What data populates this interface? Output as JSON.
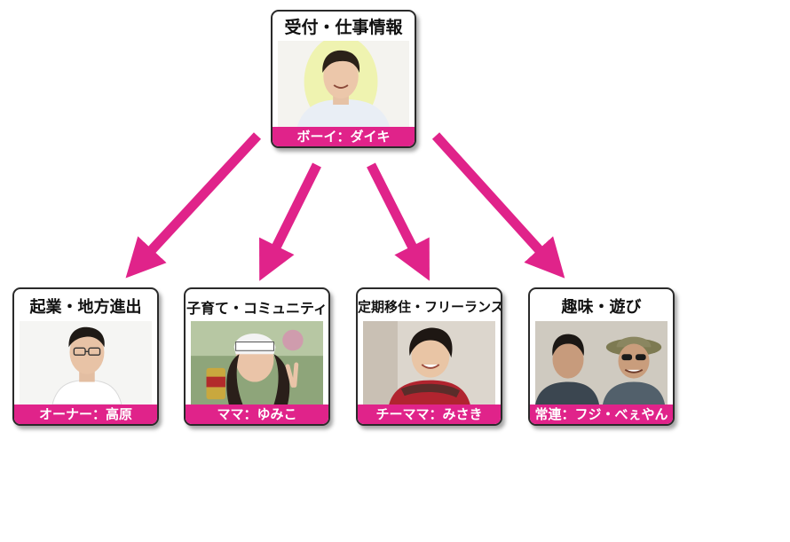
{
  "colors": {
    "accent": "#e0238a",
    "border": "#2a2a2a"
  },
  "top": {
    "title": "受付・仕事情報",
    "caption": "ボーイ：ダイキ"
  },
  "children": [
    {
      "title": "起業・地方進出",
      "caption": "オーナー：高原"
    },
    {
      "title": "子育て・コミュニティ",
      "caption": "ママ：ゆみこ"
    },
    {
      "title": "定期移住・フリーランス",
      "caption": "チーママ：みさき"
    },
    {
      "title": "趣味・遊び",
      "caption": "常連：フジ・べぇやん"
    }
  ]
}
